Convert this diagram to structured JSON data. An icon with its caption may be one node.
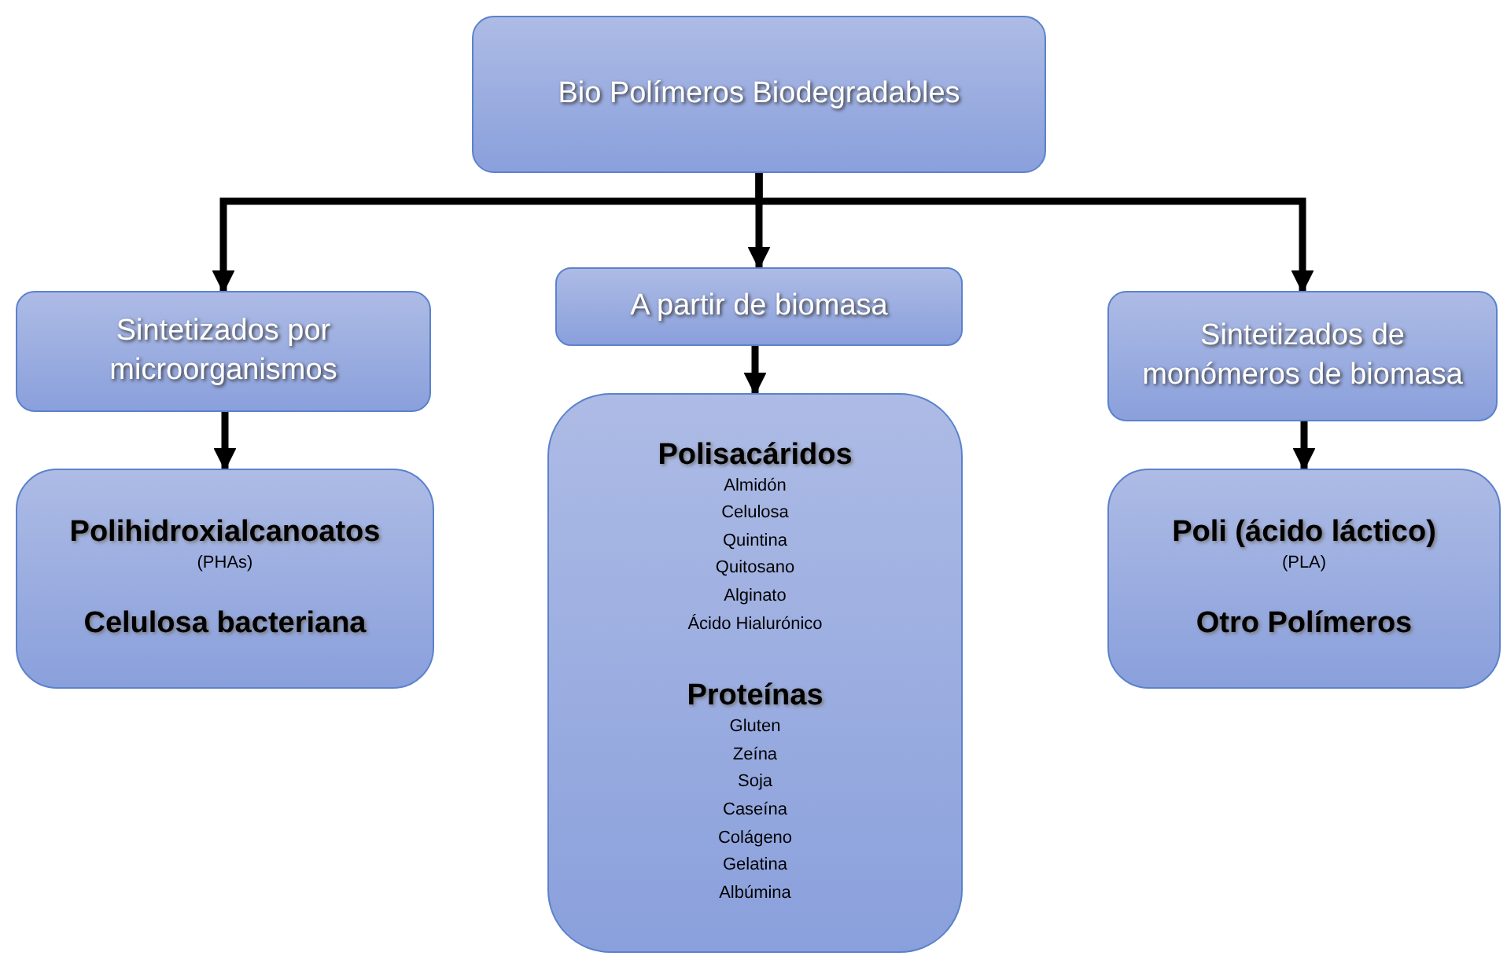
{
  "diagram": {
    "nodes": [
      {
        "text": [
          "Bio Polímeros Biodegradables"
        ]
      },
      {
        "text": [
          "Sintetizados por microorganismos"
        ]
      },
      {
        "text": [
          "A partir de biomasa"
        ]
      },
      {
        "text": [
          "Sintetizados de monómeros de biomasa"
        ]
      },
      {
        "text": [
          "Polihidroxialcanoatos",
          "(PHAs)",
          "Celulosa bacteriana"
        ]
      },
      {
        "text": [
          "Polisacáridos",
          "Almidón",
          "Celulosa",
          "Quintina",
          "Quitosano",
          "Alginato",
          "Ácido Hialurónico",
          "Proteínas",
          "Gluten",
          "Zeína",
          "Soja",
          "Caseína",
          "Colágeno",
          "Gelatina",
          "Albúmina"
        ]
      },
      {
        "text": [
          "Poli (ácido láctico)",
          "(PLA)",
          "Otro Polímeros"
        ]
      }
    ],
    "edges": [
      {
        "from": 0,
        "to": 1,
        "arrow": "to"
      },
      {
        "from": 0,
        "to": 2,
        "arrow": "to"
      },
      {
        "from": 0,
        "to": 3,
        "arrow": "to"
      },
      {
        "from": 1,
        "to": 4,
        "arrow": "to"
      },
      {
        "from": 2,
        "to": 5,
        "arrow": "to"
      },
      {
        "from": 3,
        "to": 6,
        "arrow": "to"
      }
    ]
  }
}
